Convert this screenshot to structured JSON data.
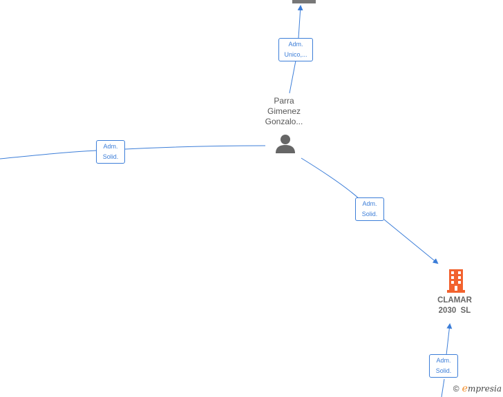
{
  "colors": {
    "edge": "#3b7dd8",
    "person_icon": "#666666",
    "company_icon_active": "#f2622e",
    "company_icon_other": "#777777",
    "brand_accent": "#f28c28"
  },
  "nodes": {
    "person": {
      "name_lines": [
        "Parra",
        "Gimenez",
        "Gonzalo..."
      ],
      "icon": "person-icon"
    },
    "company_main": {
      "name_lines": [
        "CLAMAR",
        "2030  SL"
      ],
      "icon": "building-icon"
    },
    "company_top": {
      "icon": "building-icon"
    }
  },
  "edges": [
    {
      "id": "top",
      "label_lines": [
        "Adm.",
        "Unico,..."
      ]
    },
    {
      "id": "left",
      "label_lines": [
        "Adm.",
        "Solid."
      ]
    },
    {
      "id": "to-clamar",
      "label_lines": [
        "Adm.",
        "Solid."
      ]
    },
    {
      "id": "bottom",
      "label_lines": [
        "Adm.",
        "Solid."
      ]
    }
  ],
  "footer": {
    "copyright_symbol": "©",
    "brand_initial": "e",
    "brand_rest": "mpresia"
  }
}
